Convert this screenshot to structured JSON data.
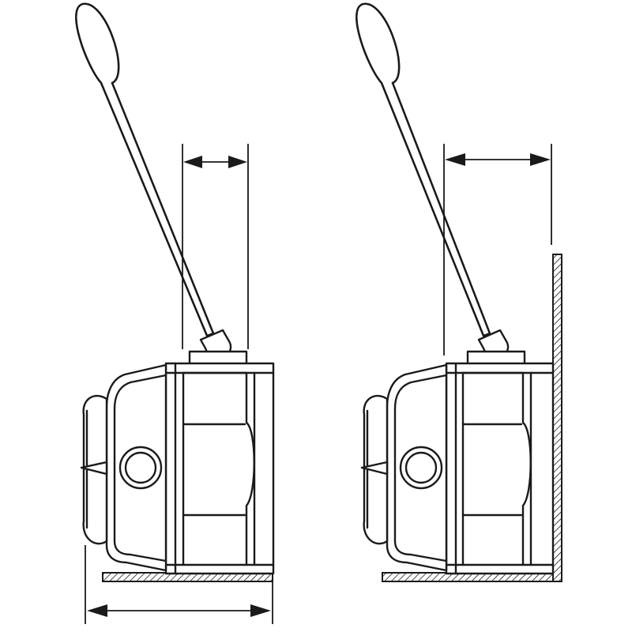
{
  "diagram": {
    "ink_color": "#1a1a1a",
    "background": "#ffffff",
    "views": [
      {
        "id": "left",
        "mounting": "floor-mounted",
        "handle_position": "tilted-left",
        "dimension_markers": [
          "handle-clearance",
          "base-depth"
        ]
      },
      {
        "id": "right",
        "mounting": "floor-and-wall-mounted",
        "handle_position": "tilted-left",
        "dimension_markers": [
          "handle-to-wall-clearance"
        ]
      }
    ]
  }
}
